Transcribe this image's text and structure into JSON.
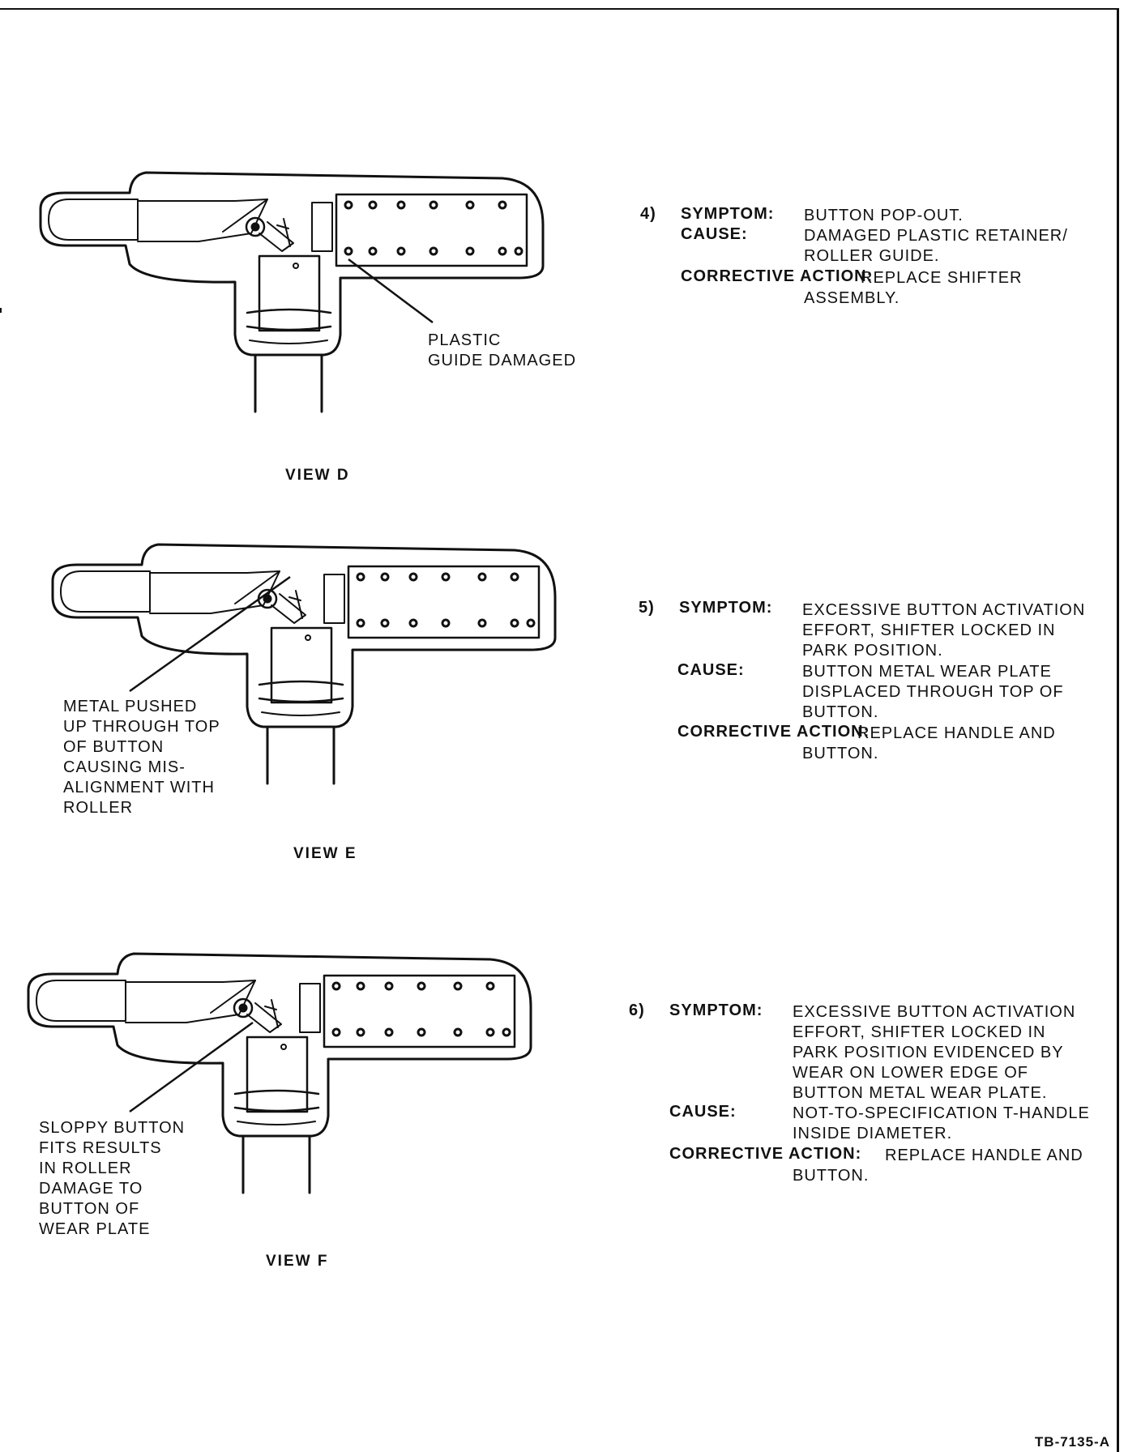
{
  "panels": [
    {
      "view_label": "VIEW D",
      "number": "4)",
      "symptom_label": "SYMPTOM:",
      "symptom_lines": [
        "BUTTON POP-OUT."
      ],
      "cause_label": "CAUSE:",
      "cause_lines": [
        "DAMAGED PLASTIC RETAINER/",
        "ROLLER GUIDE."
      ],
      "action_label": "CORRECTIVE ACTION:",
      "action_lines": [
        "REPLACE SHIFTER",
        "ASSEMBLY."
      ],
      "callout_lines": [
        "PLASTIC",
        "GUIDE DAMAGED"
      ]
    },
    {
      "view_label": "VIEW E",
      "number": "5)",
      "symptom_label": "SYMPTOM:",
      "symptom_lines": [
        "EXCESSIVE BUTTON ACTIVATION",
        "EFFORT, SHIFTER LOCKED IN",
        "PARK POSITION."
      ],
      "cause_label": "CAUSE:",
      "cause_lines": [
        "BUTTON METAL WEAR PLATE",
        "DISPLACED THROUGH TOP OF",
        "BUTTON."
      ],
      "action_label": "CORRECTIVE ACTION:",
      "action_lines": [
        "REPLACE HANDLE AND",
        "BUTTON."
      ],
      "callout_lines": [
        "METAL PUSHED",
        "UP THROUGH TOP",
        "OF BUTTON",
        "CAUSING MIS-",
        "ALIGNMENT WITH",
        "ROLLER"
      ]
    },
    {
      "view_label": "VIEW F",
      "number": "6)",
      "symptom_label": "SYMPTOM:",
      "symptom_lines": [
        "EXCESSIVE BUTTON ACTIVATION",
        "EFFORT, SHIFTER LOCKED IN",
        "PARK POSITION EVIDENCED BY",
        "WEAR ON LOWER EDGE OF",
        "BUTTON METAL WEAR PLATE."
      ],
      "cause_label": "CAUSE:",
      "cause_lines": [
        "NOT-TO-SPECIFICATION T-HANDLE",
        "INSIDE DIAMETER."
      ],
      "action_label": "CORRECTIVE ACTION:",
      "action_lines": [
        "REPLACE HANDLE AND",
        "BUTTON."
      ],
      "callout_lines": [
        "SLOPPY BUTTON",
        "FITS RESULTS",
        "IN ROLLER",
        "DAMAGE TO",
        "BUTTON OF",
        "WEAR PLATE"
      ]
    }
  ],
  "figure_id": "TB-7135-A",
  "icons": [
    "shifter-handle-icon"
  ]
}
